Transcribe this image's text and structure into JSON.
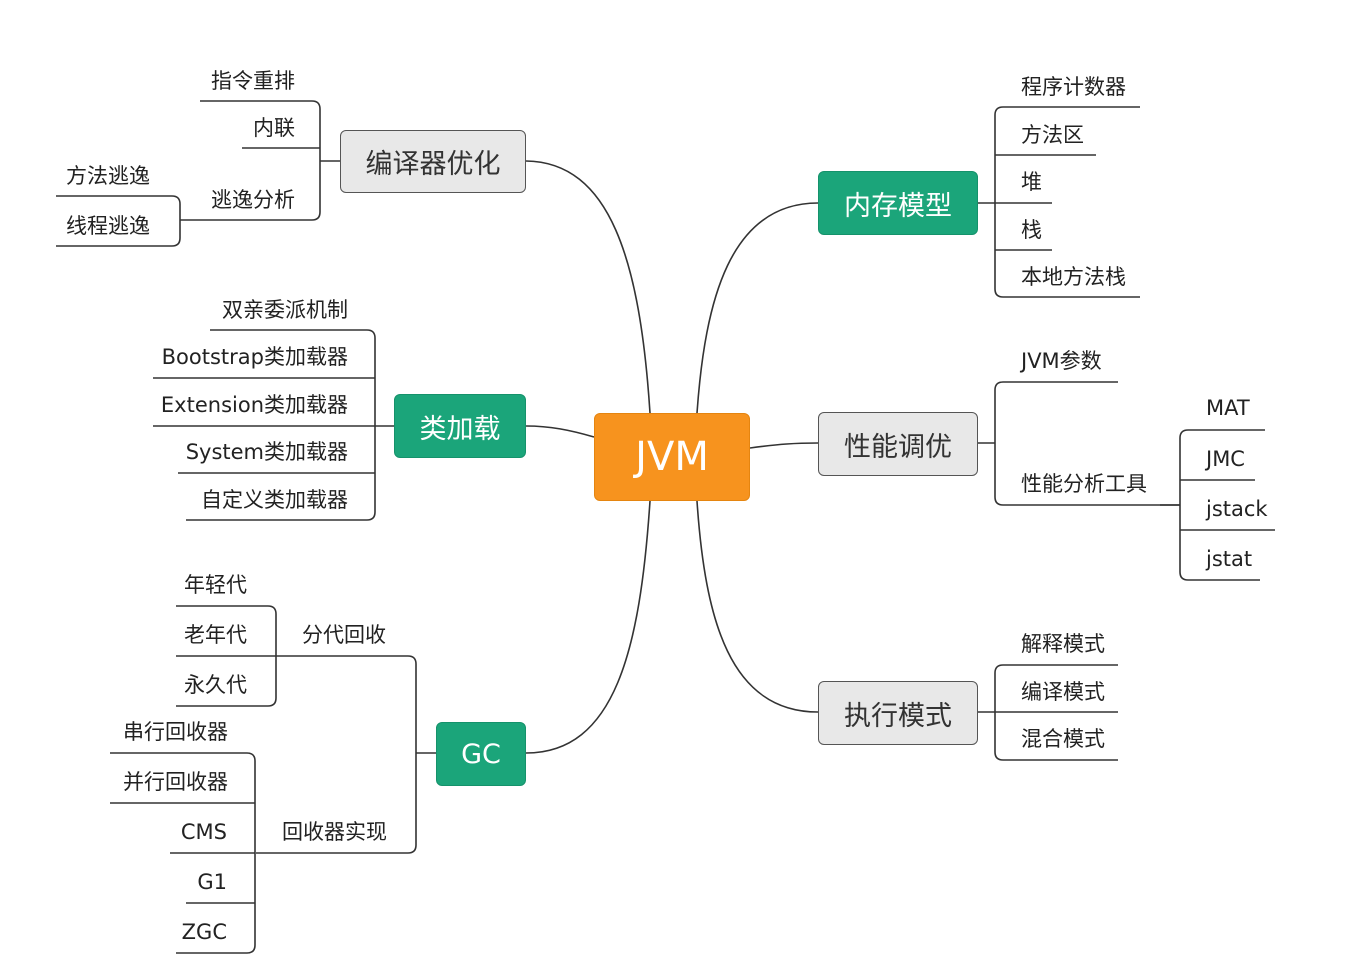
{
  "mindmap": {
    "root": "JVM",
    "topics": {
      "compiler": {
        "label": "编译器优化",
        "items": [
          "指令重排",
          "内联",
          "逃逸分析"
        ],
        "escape_children": [
          "方法逃逸",
          "线程逃逸"
        ]
      },
      "classloading": {
        "label": "类加载",
        "items": [
          "双亲委派机制",
          "Bootstrap类加载器",
          "Extension类加载器",
          "System类加载器",
          "自定义类加载器"
        ]
      },
      "gc": {
        "label": "GC",
        "generational": {
          "label": "分代回收",
          "items": [
            "年轻代",
            "老年代",
            "永久代"
          ]
        },
        "collectors": {
          "label": "回收器实现",
          "items": [
            "串行回收器",
            "并行回收器",
            "CMS",
            "G1",
            "ZGC"
          ]
        }
      },
      "memory": {
        "label": "内存模型",
        "items": [
          "程序计数器",
          "方法区",
          "堆",
          "栈",
          "本地方法栈"
        ]
      },
      "tuning": {
        "label": "性能调优",
        "params": "JVM参数",
        "tools": {
          "label": "性能分析工具",
          "items": [
            "MAT",
            "JMC",
            "jstack",
            "jstat"
          ]
        }
      },
      "execution": {
        "label": "执行模式",
        "items": [
          "解释模式",
          "编译模式",
          "混合模式"
        ]
      }
    }
  },
  "colors": {
    "root_fill": "#f7931e",
    "green_fill": "#1ba57a",
    "gray_fill": "#e8e8e8",
    "line": "#333333"
  }
}
